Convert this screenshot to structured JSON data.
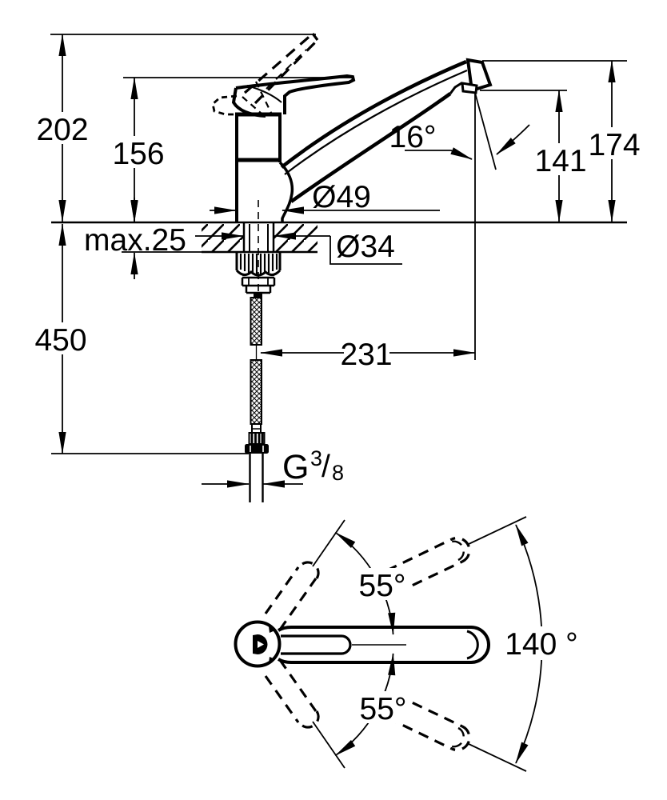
{
  "side_view": {
    "labels": {
      "total_height": "202",
      "lever_height": "156",
      "spout_top_height": "174",
      "outlet_height": "141",
      "outlet_angle": "16°",
      "base_diameter": "Ø49",
      "max_deck_thickness": "max.25",
      "hole_diameter": "Ø34",
      "hose_drop": "450",
      "spout_reach": "231",
      "thread": {
        "prefix": "G",
        "numerator": "3",
        "slash": "/",
        "denominator": "8"
      }
    }
  },
  "top_view": {
    "labels": {
      "lever_swing_upper": "55°",
      "lever_swing_lower": "55°",
      "swivel_range": "140 °"
    }
  },
  "colors": {
    "ink": "#000000",
    "paper": "#ffffff"
  }
}
